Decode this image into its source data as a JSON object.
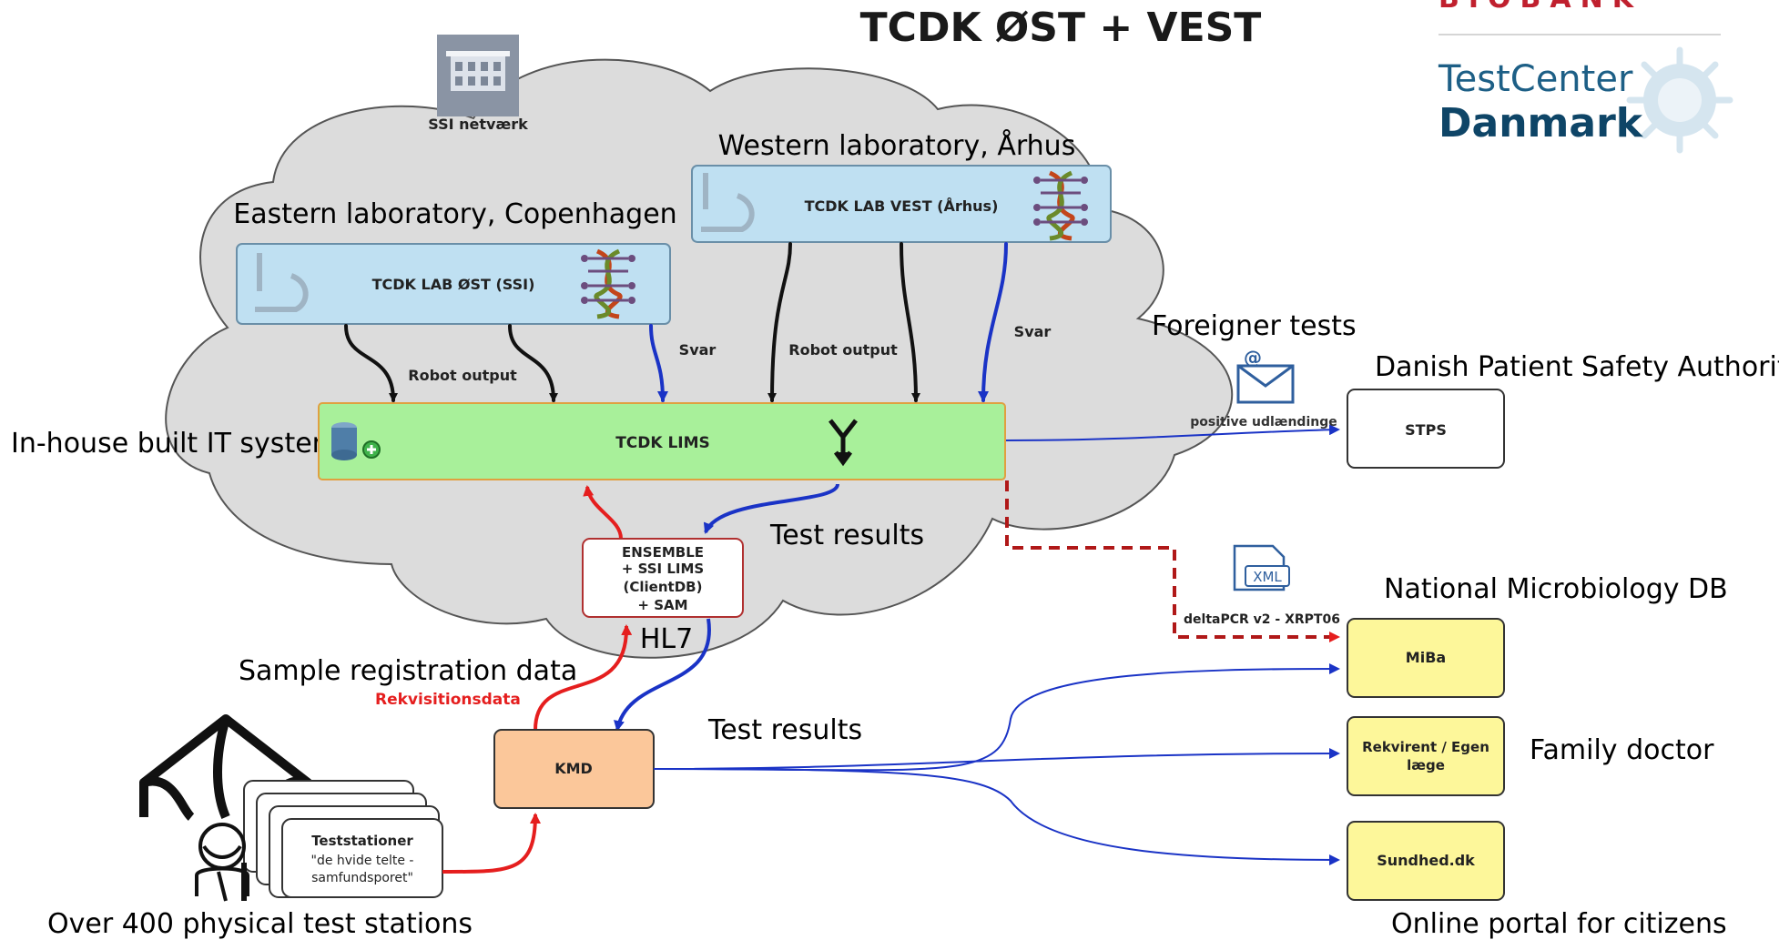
{
  "title": "TCDK ØST + VEST",
  "logo": {
    "top_partial": "BIOBANK",
    "line1": "TestCenter",
    "line2": "Danmark",
    "icon": "virus-icon"
  },
  "ssi": {
    "label": "SSI netværk",
    "icon": "building-icon"
  },
  "east_lab": {
    "heading": "Eastern laboratory, Copenhagen",
    "box_label": "TCDK LAB ØST (SSI)",
    "icons": [
      "microscope-icon",
      "dna-icon"
    ]
  },
  "west_lab": {
    "heading": "Western laboratory, Århus",
    "box_label": "TCDK LAB VEST (Århus)",
    "icons": [
      "microscope-icon",
      "dna-icon"
    ]
  },
  "labels": {
    "robot_output_east": "Robot output",
    "svar_east": "Svar",
    "robot_output_west": "Robot output",
    "svar_west": "Svar",
    "in_house": "In-house built IT system",
    "test_results_upper": "Test results",
    "hl7": "HL7",
    "sample_registration": "Sample registration data",
    "rekvisitionsdata": "Rekvisitionsdata",
    "test_results_lower": "Test results",
    "foreigner_tests": "Foreigner tests",
    "positive_udlaendinge": "positive udlændinge",
    "stps_caption": "Danish Patient Safety Authority",
    "miba_caption": "National Microbiology DB",
    "deltapcr": "deltaPCR v2 - XRPT06",
    "xml_icon_text": "XML",
    "family_doctor": "Family doctor",
    "online_portal": "Online portal for citizens",
    "test_stations_caption": "Over 400 physical test stations"
  },
  "lims": {
    "label": "TCDK LIMS",
    "icons": [
      "database-add-icon",
      "merge-icon"
    ]
  },
  "ensemble": {
    "lines": [
      "ENSEMBLE",
      "+ SSI LIMS",
      "(ClientDB)",
      "+ SAM"
    ]
  },
  "kmd": {
    "label": "KMD"
  },
  "teststations": {
    "lines": [
      "Teststationer",
      "\"de hvide telte -",
      "samfundsporet\""
    ]
  },
  "stps": {
    "label": "STPS"
  },
  "miba": {
    "label": "MiBa"
  },
  "rekvirent": {
    "lines": [
      "Rekvirent / Egen",
      "læge"
    ]
  },
  "sundhed": {
    "label": "Sundhed.dk"
  },
  "colors": {
    "lab_fill": "#bfe0f2",
    "lims_fill": "#a8f09a",
    "kmd_fill": "#fbc79a",
    "dest_fill": "#fdf79a",
    "cloud": "#dcdcdc",
    "blue_arrow": "#1a33c6",
    "red_arrow": "#e51e1e",
    "logo_blue": "#1d5f86",
    "logo_dark": "#0e4567"
  }
}
